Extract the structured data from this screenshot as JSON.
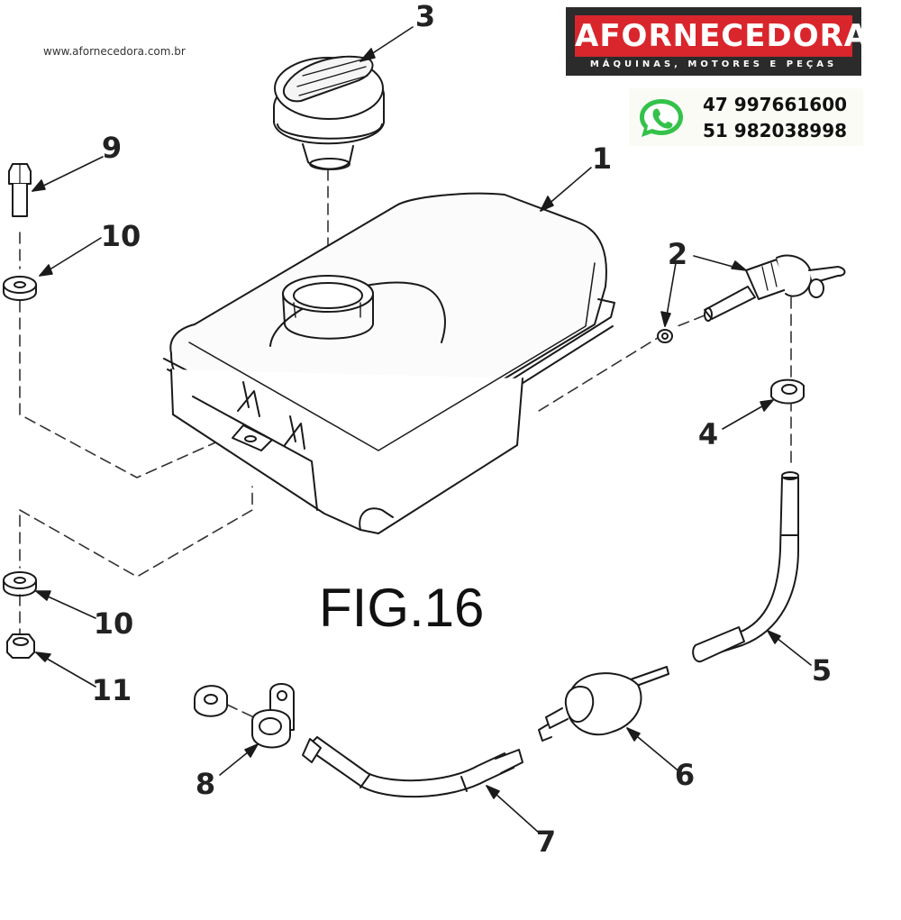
{
  "header": {
    "site_url": "www.afornecedora.com.br",
    "brand_name": "AFORNECEDORA",
    "brand_tagline": "MÁQUINAS, MOTORES E PEÇAS",
    "brand_color": "#d9262c",
    "whatsapp_icon": "whatsapp-icon",
    "phones": [
      "47 997661600",
      "51 982038998"
    ]
  },
  "figure": {
    "label": "FIG.16"
  },
  "callouts": [
    "1",
    "2",
    "3",
    "4",
    "5",
    "6",
    "7",
    "8",
    "9",
    "10",
    "10",
    "11"
  ],
  "parts": [
    "fuel-tank",
    "fuel-valve",
    "fuel-cap",
    "hose-clamp",
    "fuel-hose-upper",
    "fuel-filter",
    "fuel-hose-lower",
    "pipe-clamp",
    "bolt",
    "washer-top",
    "washer-bottom",
    "nut"
  ]
}
